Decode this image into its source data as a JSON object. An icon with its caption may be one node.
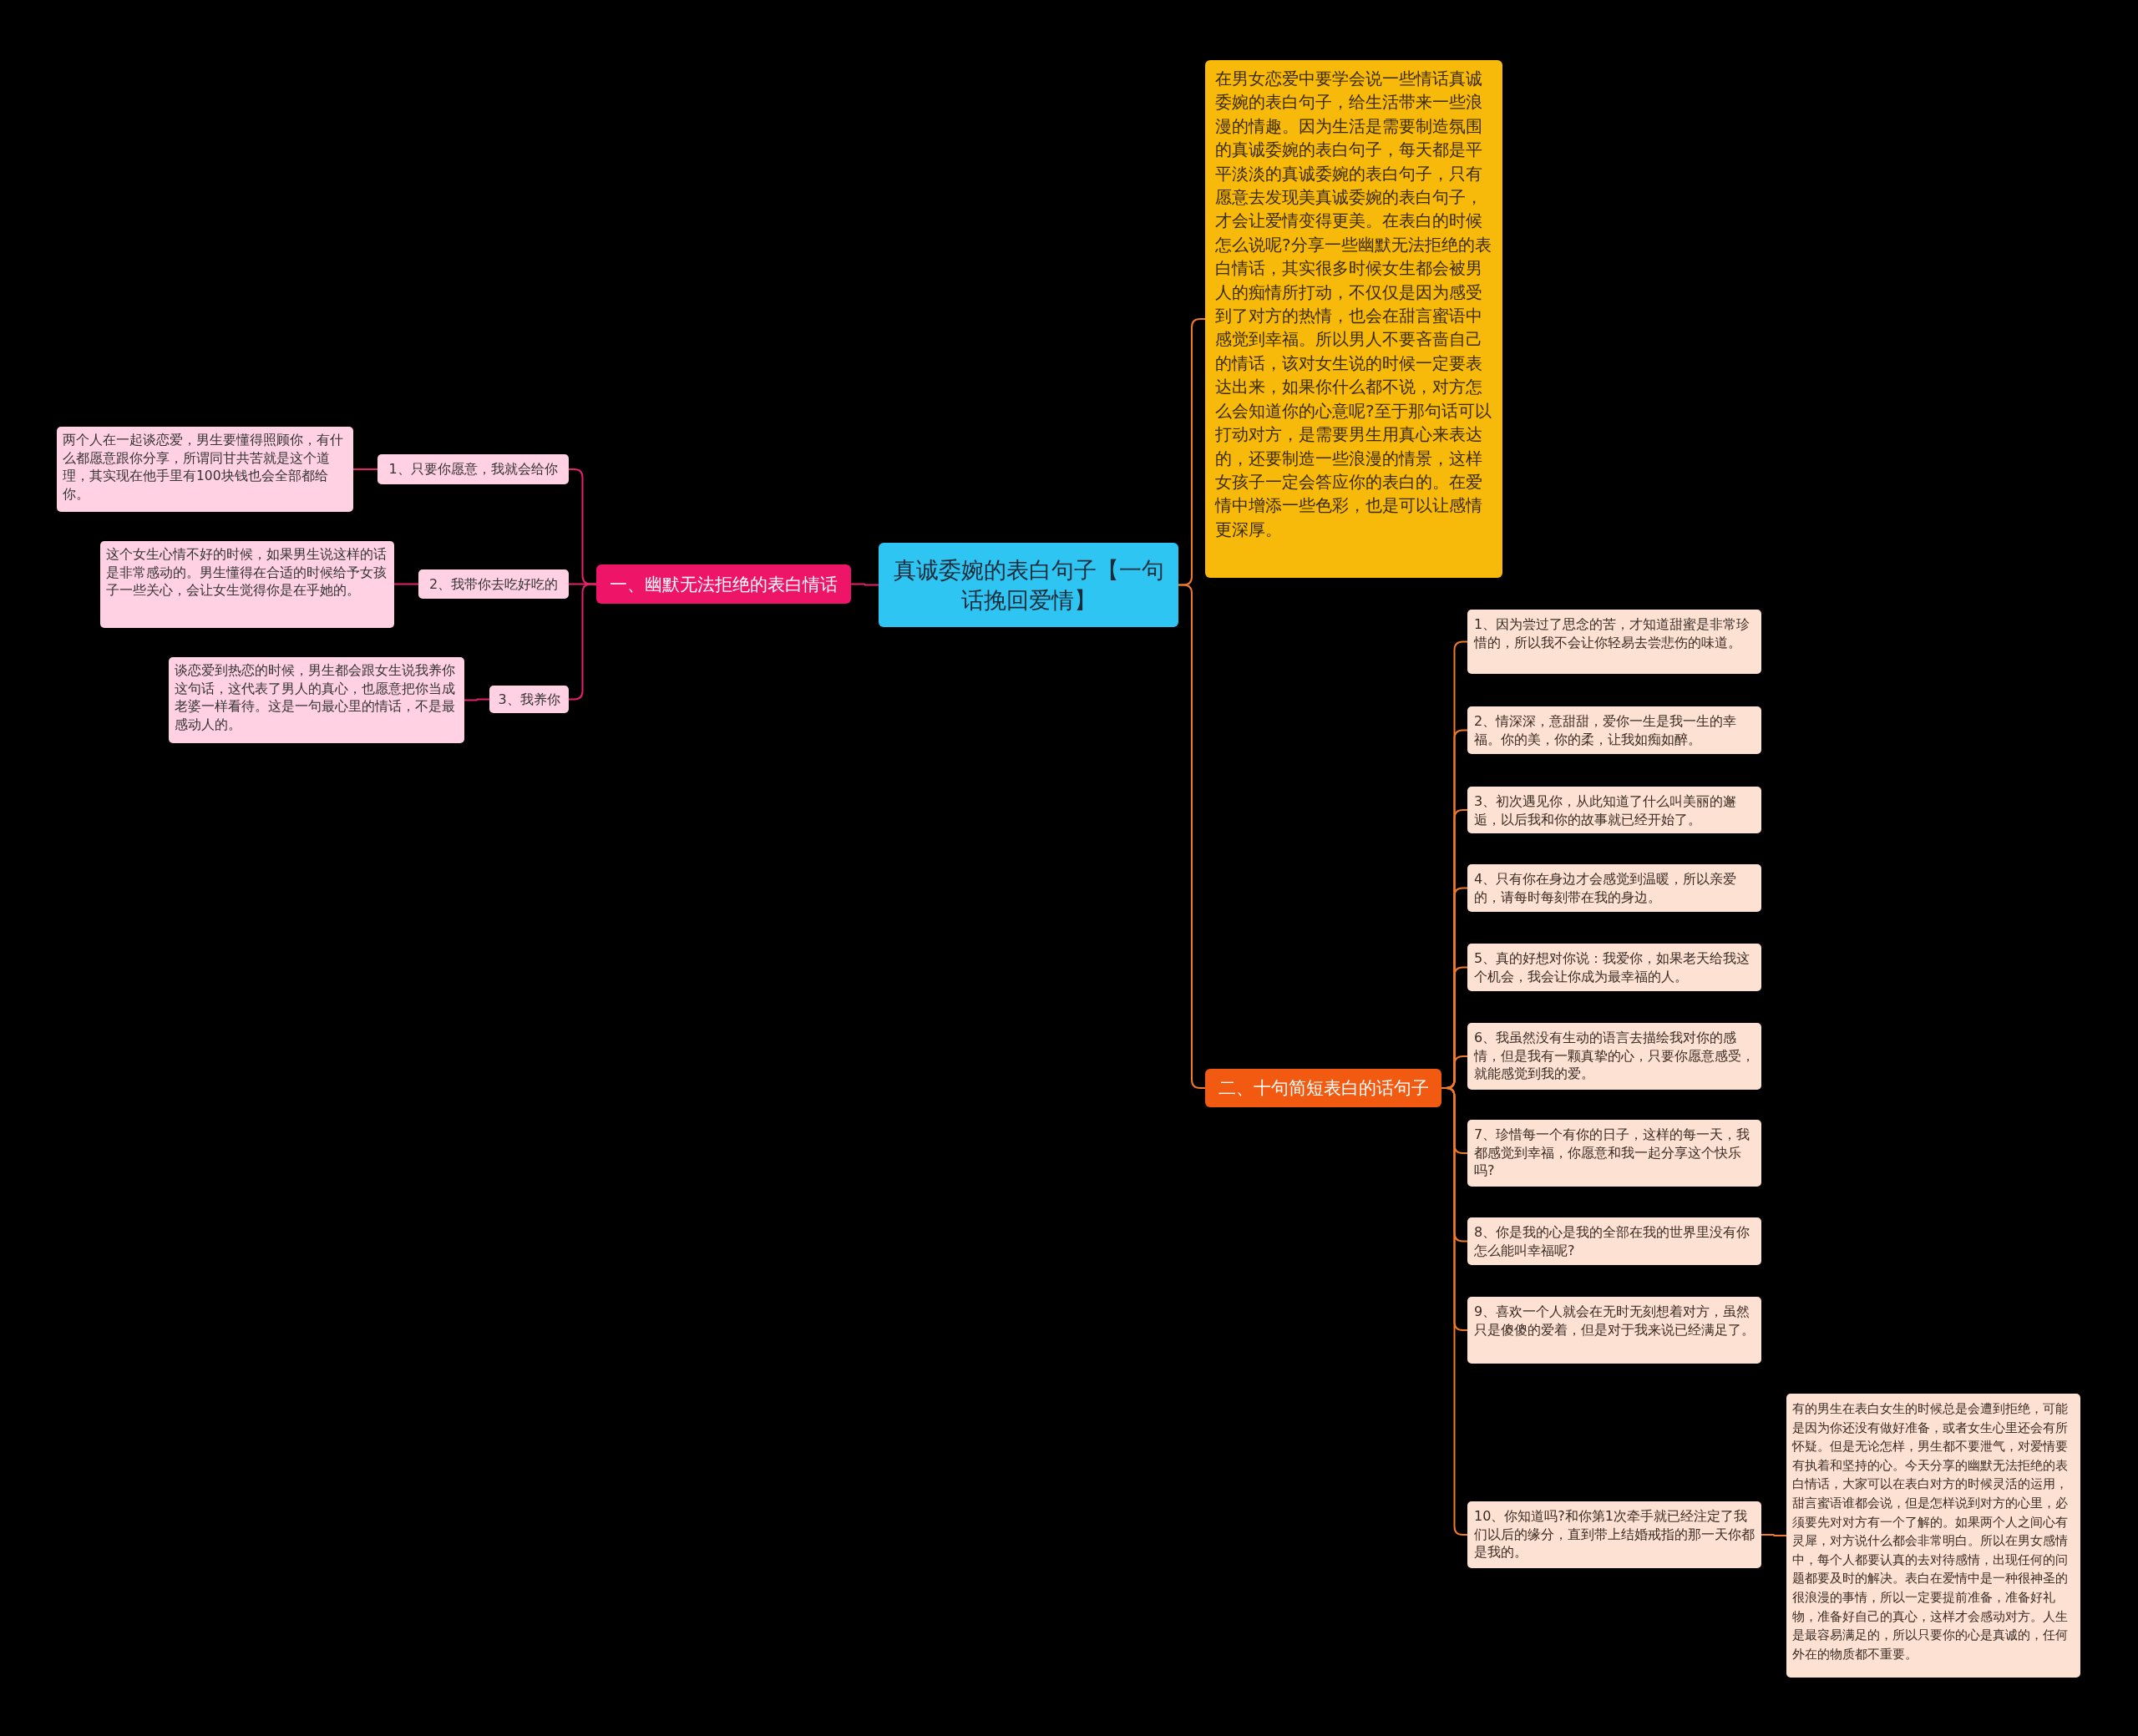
{
  "diagram": {
    "nodes": [
      {
        "text": [
          "真诚委婉的表白句子【一句话挽回爱情】"
        ]
      },
      {
        "text": [
          "在男女恋爱中要学会说一些情话真诚委婉的表白句子，给生活带来一些浪漫的情趣。因为生活是需要制造氛围的真诚委婉的表白句子，每天都是平平淡淡的真诚委婉的表白句子，只有愿意去发现美真诚委婉的表白句子，才会让爱情变得更美。在表白的时候怎么说呢?分享一些幽默无法拒绝的表白情话，其实很多时候女生都会被男人的痴情所打动，不仅仅是因为感受到了对方的热情，也会在甜言蜜语中感觉到幸福。所以男人不要吝啬自己的情话，该对女生说的时候一定要表达出来，如果你什么都不说，对方怎么会知道你的心意呢?至于那句话可以打动对方，是需要男生用真心来表达的，还要制造一些浪漫的情景，这样女孩子一定会答应你的表白的。在爱情中增添一些色彩，也是可以让感情更深厚。"
        ]
      },
      {
        "text": [
          "一、幽默无法拒绝的表白情话"
        ]
      },
      {
        "text": [
          "1、只要你愿意，我就会给你"
        ]
      },
      {
        "text": [
          "两个人在一起谈恋爱，男生要懂得照顾你，有什么都愿意跟你分享，所谓同甘共苦就是这个道理，其实现在他手里有100块钱也会全部都给你。"
        ]
      },
      {
        "text": [
          "2、我带你去吃好吃的"
        ]
      },
      {
        "text": [
          "这个女生心情不好的时候，如果男生说这样的话是非常感动的。男生懂得在合适的时候给予女孩子一些关心，会让女生觉得你是在乎她的。"
        ]
      },
      {
        "text": [
          "3、我养你"
        ]
      },
      {
        "text": [
          "谈恋爱到热恋的时候，男生都会跟女生说我养你这句话，这代表了男人的真心，也愿意把你当成老婆一样看待。这是一句最心里的情话，不是最感动人的。"
        ]
      },
      {
        "text": [
          "二、十句简短表白的话句子"
        ]
      },
      {
        "text": [
          "1、因为尝过了思念的苦，才知道甜蜜是非常珍惜的，所以我不会让你轻易去尝悲伤的味道。"
        ]
      },
      {
        "text": [
          "2、情深深，意甜甜，爱你一生是我一生的幸福。你的美，你的柔，让我如痴如醉。"
        ]
      },
      {
        "text": [
          "3、初次遇见你，从此知道了什么叫美丽的邂逅，以后我和你的故事就已经开始了。"
        ]
      },
      {
        "text": [
          "4、只有你在身边才会感觉到温暖，所以亲爱的，请每时每刻带在我的身边。"
        ]
      },
      {
        "text": [
          "5、真的好想对你说：我爱你，如果老天给我这个机会，我会让你成为最幸福的人。"
        ]
      },
      {
        "text": [
          "6、我虽然没有生动的语言去描绘我对你的感情，但是我有一颗真挚的心，只要你愿意感受，就能感觉到我的爱。"
        ]
      },
      {
        "text": [
          "7、珍惜每一个有你的日子，这样的每一天，我都感觉到幸福，你愿意和我一起分享这个快乐吗?"
        ]
      },
      {
        "text": [
          "8、你是我的心是我的全部在我的世界里没有你怎么能叫幸福呢?"
        ]
      },
      {
        "text": [
          "9、喜欢一个人就会在无时无刻想着对方，虽然只是傻傻的爱着，但是对于我来说已经满足了。"
        ]
      },
      {
        "text": [
          "10、你知道吗?和你第1次牵手就已经注定了我们以后的缘分，直到带上结婚戒指的那一天你都是我的。"
        ]
      },
      {
        "text": [
          "有的男生在表白女生的时候总是会遭到拒绝，可能是因为你还没有做好准备，或者女生心里还会有所怀疑。但是无论怎样，男生都不要泄气，对爱情要有执着和坚持的心。今天分享的幽默无法拒绝的表白情话，大家可以在表白对方的时候灵活的运用，甜言蜜语谁都会说，但是怎样说到对方的心里，必须要先对对方有一个了解的。如果两个人之间心有灵犀，对方说什么都会非常明白。所以在男女感情中，每个人都要认真的去对待感情，出现任何的问题都要及时的解决。表白在爱情中是一种很神圣的很浪漫的事情，所以一定要提前准备，准备好礼物，准备好自己的真心，这样才会感动对方。人生是最容易满足的，所以只要你的心是真诚的，任何外在的物质都不重要。"
        ]
      }
    ],
    "edges": [
      {
        "from": 0,
        "to": 1,
        "arrow": "none"
      },
      {
        "from": 0,
        "to": 2,
        "arrow": "none",
        "color": "#e5206d"
      },
      {
        "from": 0,
        "to": 9,
        "arrow": "none"
      },
      {
        "from": 2,
        "to": 3,
        "arrow": "none",
        "color": "#e5206d"
      },
      {
        "from": 2,
        "to": 5,
        "arrow": "none",
        "color": "#e5206d"
      },
      {
        "from": 2,
        "to": 7,
        "arrow": "none",
        "color": "#e5206d"
      },
      {
        "from": 3,
        "to": 4,
        "arrow": "none",
        "color": "#e5206d"
      },
      {
        "from": 5,
        "to": 6,
        "arrow": "none",
        "color": "#e5206d"
      },
      {
        "from": 7,
        "to": 8,
        "arrow": "none",
        "color": "#e5206d"
      },
      {
        "from": 9,
        "to": 10,
        "arrow": "none"
      },
      {
        "from": 9,
        "to": 11,
        "arrow": "none"
      },
      {
        "from": 9,
        "to": 12,
        "arrow": "none"
      },
      {
        "from": 9,
        "to": 13,
        "arrow": "none"
      },
      {
        "from": 9,
        "to": 14,
        "arrow": "none"
      },
      {
        "from": 9,
        "to": 15,
        "arrow": "none"
      },
      {
        "from": 9,
        "to": 16,
        "arrow": "none"
      },
      {
        "from": 9,
        "to": 17,
        "arrow": "none"
      },
      {
        "from": 9,
        "to": 18,
        "arrow": "none"
      },
      {
        "from": 9,
        "to": 19,
        "arrow": "none"
      },
      {
        "from": 19,
        "to": 20,
        "arrow": "none"
      }
    ]
  }
}
